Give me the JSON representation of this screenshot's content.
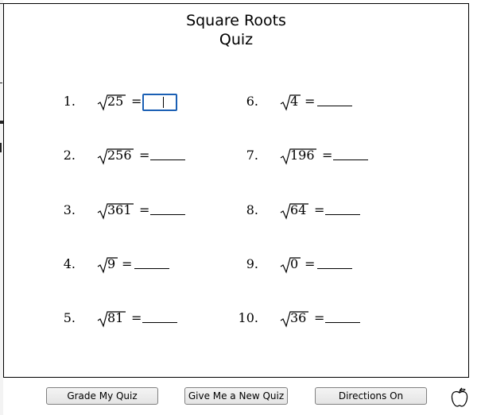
{
  "quiz": {
    "title_line1": "Square Roots",
    "title_line2": "Quiz",
    "problems": [
      {
        "number": "1.",
        "radicand": "25",
        "equals": "="
      },
      {
        "number": "2.",
        "radicand": "256",
        "equals": "="
      },
      {
        "number": "3.",
        "radicand": "361",
        "equals": "="
      },
      {
        "number": "4.",
        "radicand": "9",
        "equals": "="
      },
      {
        "number": "5.",
        "radicand": "81",
        "equals": "="
      },
      {
        "number": "6.",
        "radicand": "4",
        "equals": "="
      },
      {
        "number": "7.",
        "radicand": "196",
        "equals": "="
      },
      {
        "number": "8.",
        "radicand": "64",
        "equals": "="
      },
      {
        "number": "9.",
        "radicand": "0",
        "equals": "="
      },
      {
        "number": "10.",
        "radicand": "36",
        "equals": "="
      }
    ],
    "answer_1_value": ""
  },
  "controls": {
    "grade_label": "Grade My Quiz",
    "new_quiz_label": "Give Me a New Quiz",
    "directions_label": "Directions On"
  },
  "icons": {
    "logo": "apple-icon"
  },
  "colors": {
    "focus_border": "#1a5fb4"
  }
}
